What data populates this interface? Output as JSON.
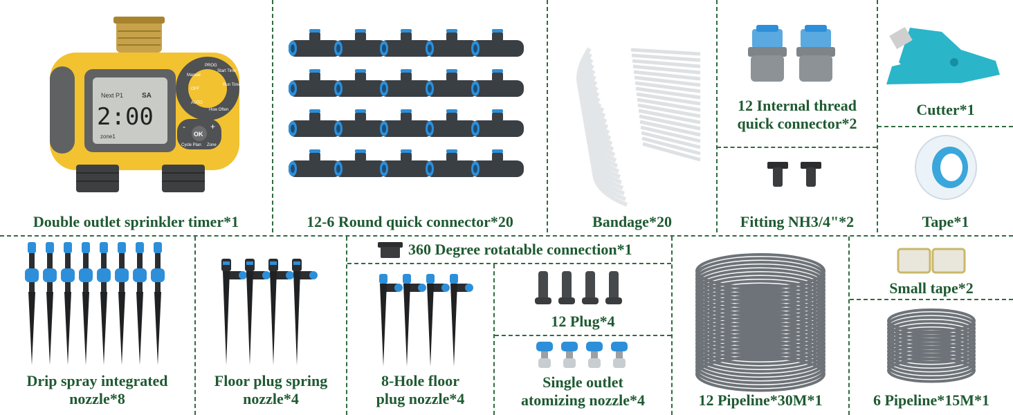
{
  "colors": {
    "label": "#1f5a32",
    "divider": "#2e6b3e",
    "timer_yellow": "#f2c230",
    "timer_gray": "#5f6163",
    "connector_blue": "#2d8fd9",
    "connector_dark": "#3a3f44",
    "cutter_teal": "#2bb5c9",
    "pipe_gray": "#6d7378"
  },
  "timer": {
    "display": "2:00",
    "next_label": "Next P1",
    "day": "SA",
    "zone_label": "zone1",
    "dial": [
      "OFF",
      "PROG",
      "Start Time",
      "Run Time",
      "How Often",
      "AUTO",
      "Manual"
    ],
    "buttons": [
      "OK",
      "-",
      "+"
    ],
    "cycle_label": "Cycle Plan",
    "zone_btn": "Zone"
  },
  "items": {
    "timer": "Double outlet sprinkler timer*1",
    "round_connector": "12-6 Round quick connector*20",
    "bandage": "Bandage*20",
    "internal_thread": [
      "12 Internal thread",
      "quick connector*2"
    ],
    "cutter": "Cutter*1",
    "fitting": "Fitting NH3/4\"*2",
    "tape": "Tape*1",
    "rotatable": "360 Degree rotatable connection*1",
    "drip": [
      "Drip spray integrated",
      "nozzle*8"
    ],
    "floor_spring": [
      "Floor plug spring",
      "nozzle*4"
    ],
    "eight_hole": [
      "8-Hole floor",
      "plug nozzle*4"
    ],
    "plug": "12 Plug*4",
    "atomizing": [
      "Single outlet",
      "atomizing nozzle*4"
    ],
    "pipeline12": "12 Pipeline*30M*1",
    "small_tape": "Small tape*2",
    "pipeline6": "6 Pipeline*15M*1"
  }
}
